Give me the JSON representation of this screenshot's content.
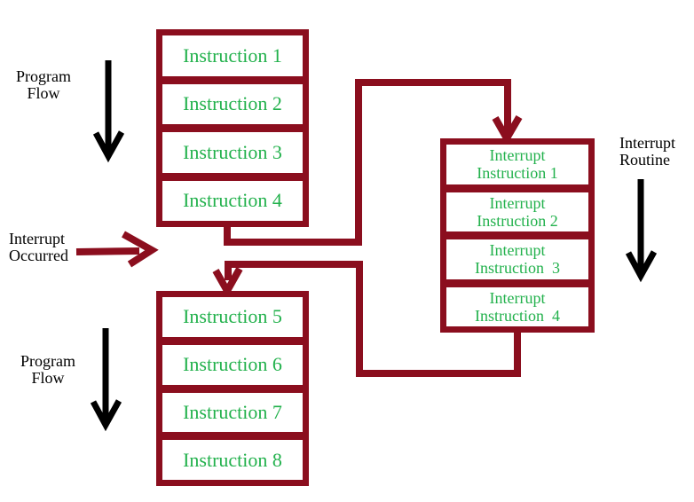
{
  "colors": {
    "dark_red": "#8B0E1E",
    "green": "#22B14C",
    "black": "#000000",
    "background": "#FFFFFF"
  },
  "labels": {
    "program_flow_top": {
      "line1": "Program",
      "line2": "Flow"
    },
    "interrupt_occurred": {
      "line1": "Interrupt",
      "line2": "Occurred"
    },
    "program_flow_bottom": {
      "line1": "Program",
      "line2": "Flow"
    },
    "interrupt_routine": {
      "line1": "Interrupt",
      "line2": "Routine"
    }
  },
  "blocks": {
    "program_block_1": {
      "cells": [
        "Instruction 1",
        "Instruction 2",
        "Instruction 3",
        "Instruction 4"
      ]
    },
    "program_block_2": {
      "cells": [
        "Instruction 5",
        "Instruction 6",
        "Instruction 7",
        "Instruction 8"
      ]
    },
    "interrupt_block": {
      "cells": [
        {
          "line1": "Interrupt",
          "line2": "Instruction 1"
        },
        {
          "line1": "Interrupt",
          "line2": "Instruction 2"
        },
        {
          "line1": "Interrupt",
          "line2": "Instruction  3"
        },
        {
          "line1": "Interrupt",
          "line2": "Instruction  4"
        }
      ]
    }
  }
}
